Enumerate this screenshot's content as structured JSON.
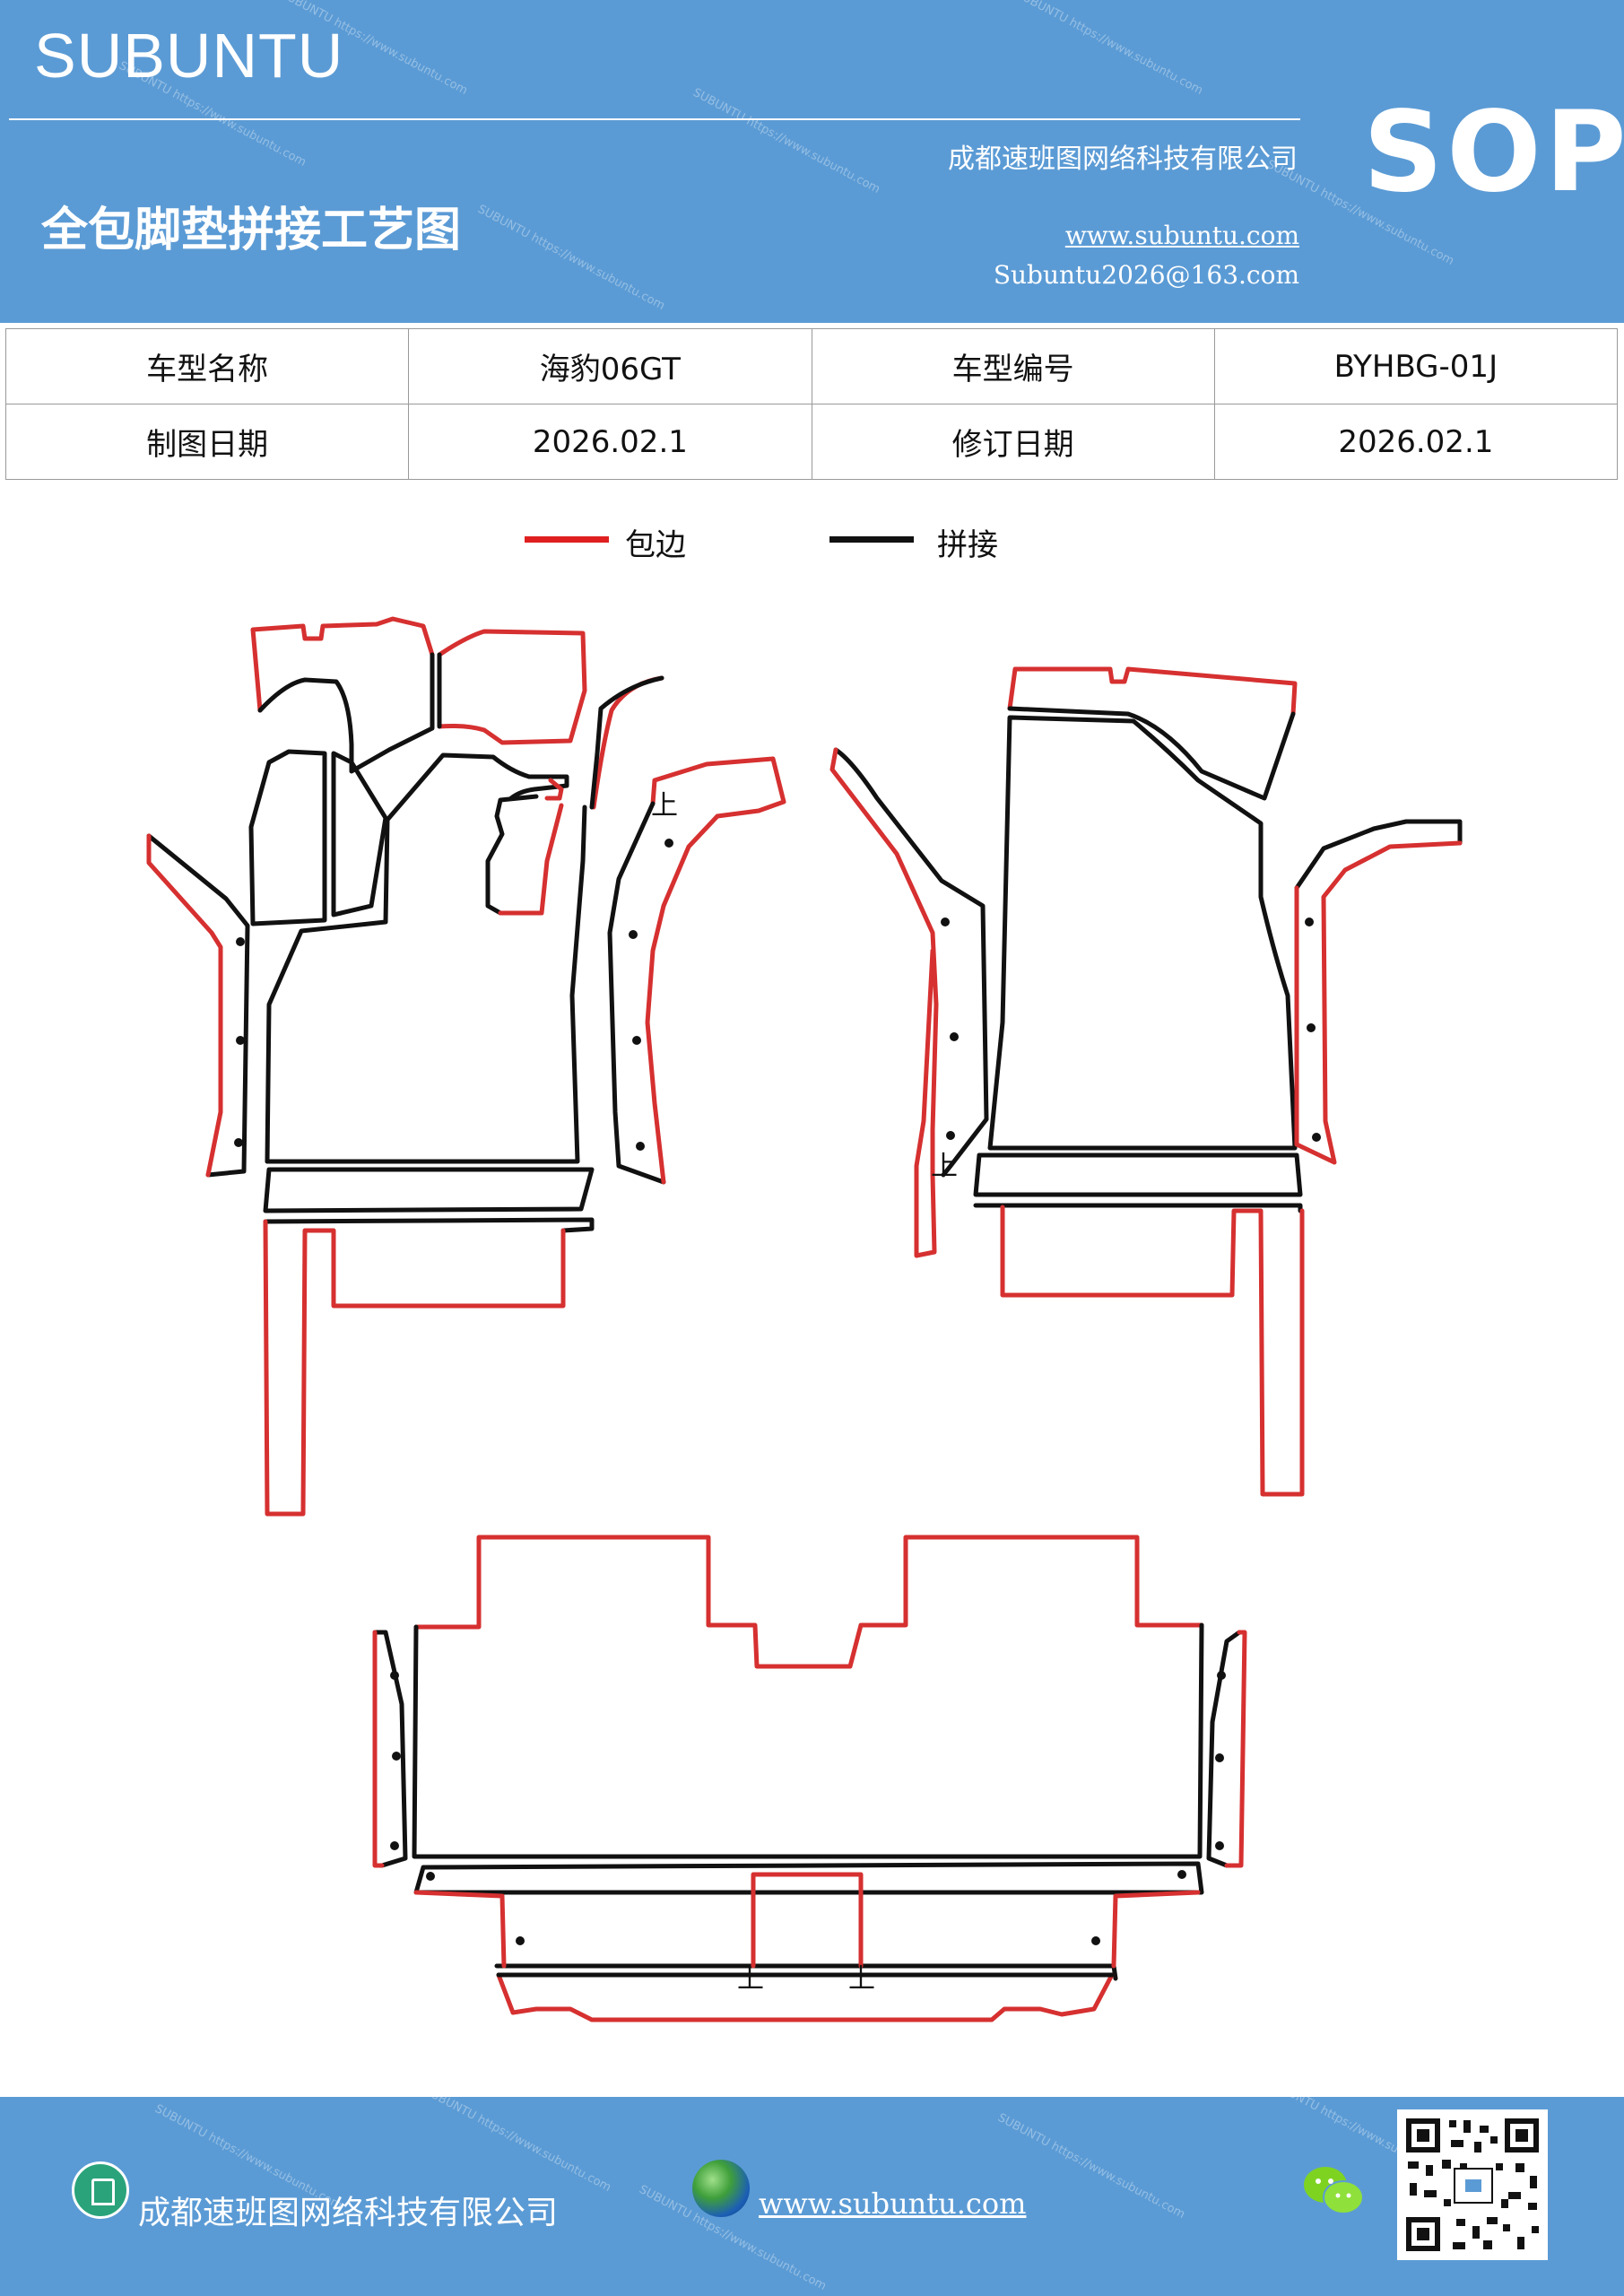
{
  "header": {
    "brand": "SUBUNTU",
    "company": "成都速班图网络科技有限公司",
    "badge": "SOP",
    "title": "全包脚垫拼接工艺图",
    "website": "www.subuntu.com",
    "email": "Subuntu2026@163.com"
  },
  "info_table": {
    "rows": [
      {
        "label1": "车型名称",
        "value1": "海豹06GT",
        "label2": "车型编号",
        "value2": "BYHBG-01J"
      },
      {
        "label1": "制图日期",
        "value1": "2026.02.1",
        "label2": "修订日期",
        "value2": "2026.02.1"
      }
    ]
  },
  "legend": {
    "items": [
      {
        "label": "包边",
        "color": "#e02020"
      },
      {
        "label": "拼接",
        "color": "#111111"
      }
    ]
  },
  "drawing": {
    "marker_text": "上",
    "edge_color": "#d63030",
    "seam_color": "#111111"
  },
  "footer": {
    "company": "成都速班图网络科技有限公司",
    "website": "www.subuntu.com",
    "icons": [
      "building-icon",
      "globe-icon",
      "wechat-icon",
      "qr-code"
    ]
  },
  "colors": {
    "brand_blue": "#5b9bd5"
  }
}
